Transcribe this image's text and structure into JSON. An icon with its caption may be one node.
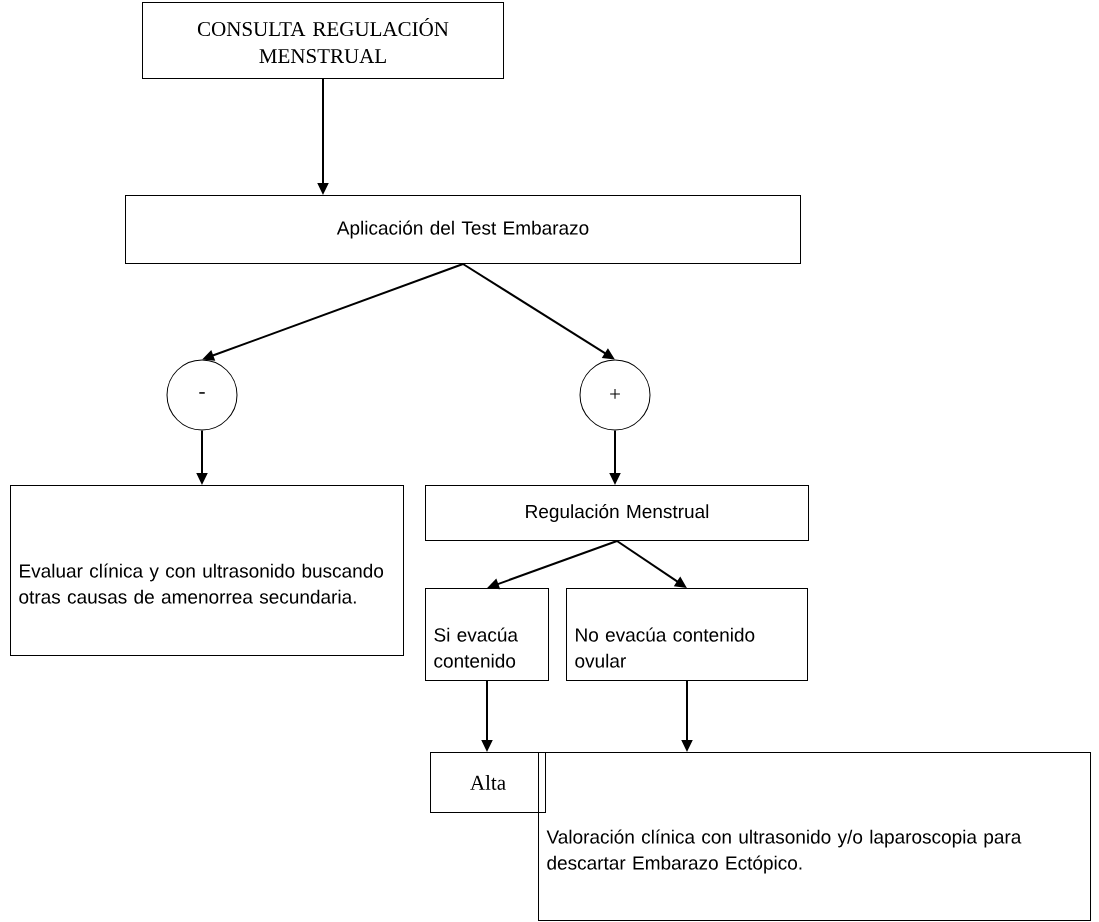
{
  "diagram": {
    "nodes": [
      {
        "text": [
          "CONSULTA REGULACIÓN MENSTRUAL"
        ]
      },
      {
        "text": [
          "Aplicación del Test Embarazo"
        ]
      },
      {
        "text": [
          "-"
        ]
      },
      {
        "text": [
          "+"
        ]
      },
      {
        "text": [
          "Evaluar clínica y con ultrasonido buscando otras causas de amenorrea secundaria."
        ]
      },
      {
        "text": [
          "Regulación Menstrual"
        ]
      },
      {
        "text": [
          "Si evacúa contenido"
        ]
      },
      {
        "text": [
          "No evacúa contenido ovular"
        ]
      },
      {
        "text": [
          "Alta"
        ]
      },
      {
        "text": [
          "Valoración clínica con ultrasonido y/o laparoscopia para descartar Embarazo Ectópico."
        ]
      }
    ],
    "edges": [
      {
        "from": 0,
        "to": 1,
        "arrow": "to"
      },
      {
        "from": 1,
        "to": 2,
        "arrow": "to"
      },
      {
        "from": 1,
        "to": 3,
        "arrow": "to"
      },
      {
        "from": 2,
        "to": 4,
        "arrow": "to"
      },
      {
        "from": 3,
        "to": 5,
        "arrow": "to"
      },
      {
        "from": 5,
        "to": 6,
        "arrow": "to"
      },
      {
        "from": 5,
        "to": 7,
        "arrow": "to"
      },
      {
        "from": 6,
        "to": 8,
        "arrow": "to"
      },
      {
        "from": 7,
        "to": 9,
        "arrow": "to"
      }
    ]
  }
}
